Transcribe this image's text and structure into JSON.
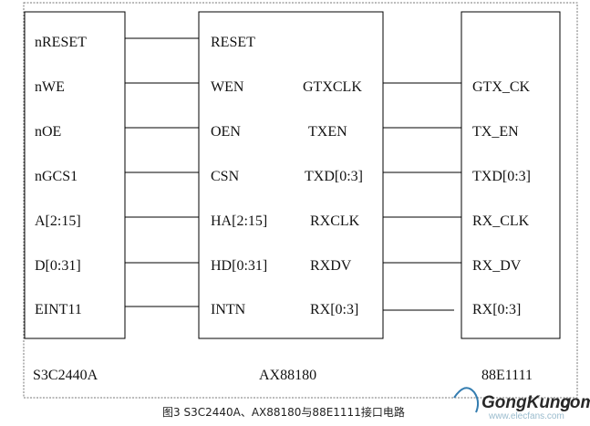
{
  "chips": {
    "left": {
      "name": "S3C2440A",
      "pins": [
        "nRESET",
        "nWE",
        "nOE",
        "nGCS1",
        "A[2:15]",
        "D[0:31]",
        "EINT11"
      ]
    },
    "mid": {
      "name": "AX88180",
      "left_pins": [
        "RESET",
        "WEN",
        "OEN",
        "CSN",
        "HA[2:15]",
        "HD[0:31]",
        "INTN"
      ],
      "right_pins": [
        "GTXCLK",
        "TXEN",
        "TXD[0:3]",
        "RXCLK",
        "RXDV",
        "RX[0:3]"
      ]
    },
    "right": {
      "name": "88E1111",
      "pins": [
        "GTX_CK",
        "TX_EN",
        "TXD[0:3]",
        "RX_CLK",
        "RX_DV",
        "RX[0:3]"
      ]
    }
  },
  "caption": "图3 S3C2440A、AX88180与88E1111接口电路",
  "watermark": {
    "brand": "GongKung",
    "domain": ".com",
    "url": "www.elecfans.com"
  },
  "colors": {
    "line": "#000000",
    "border": "#555555",
    "watermark_blue": "#1f6fa8",
    "watermark_red": "#d8322c"
  }
}
